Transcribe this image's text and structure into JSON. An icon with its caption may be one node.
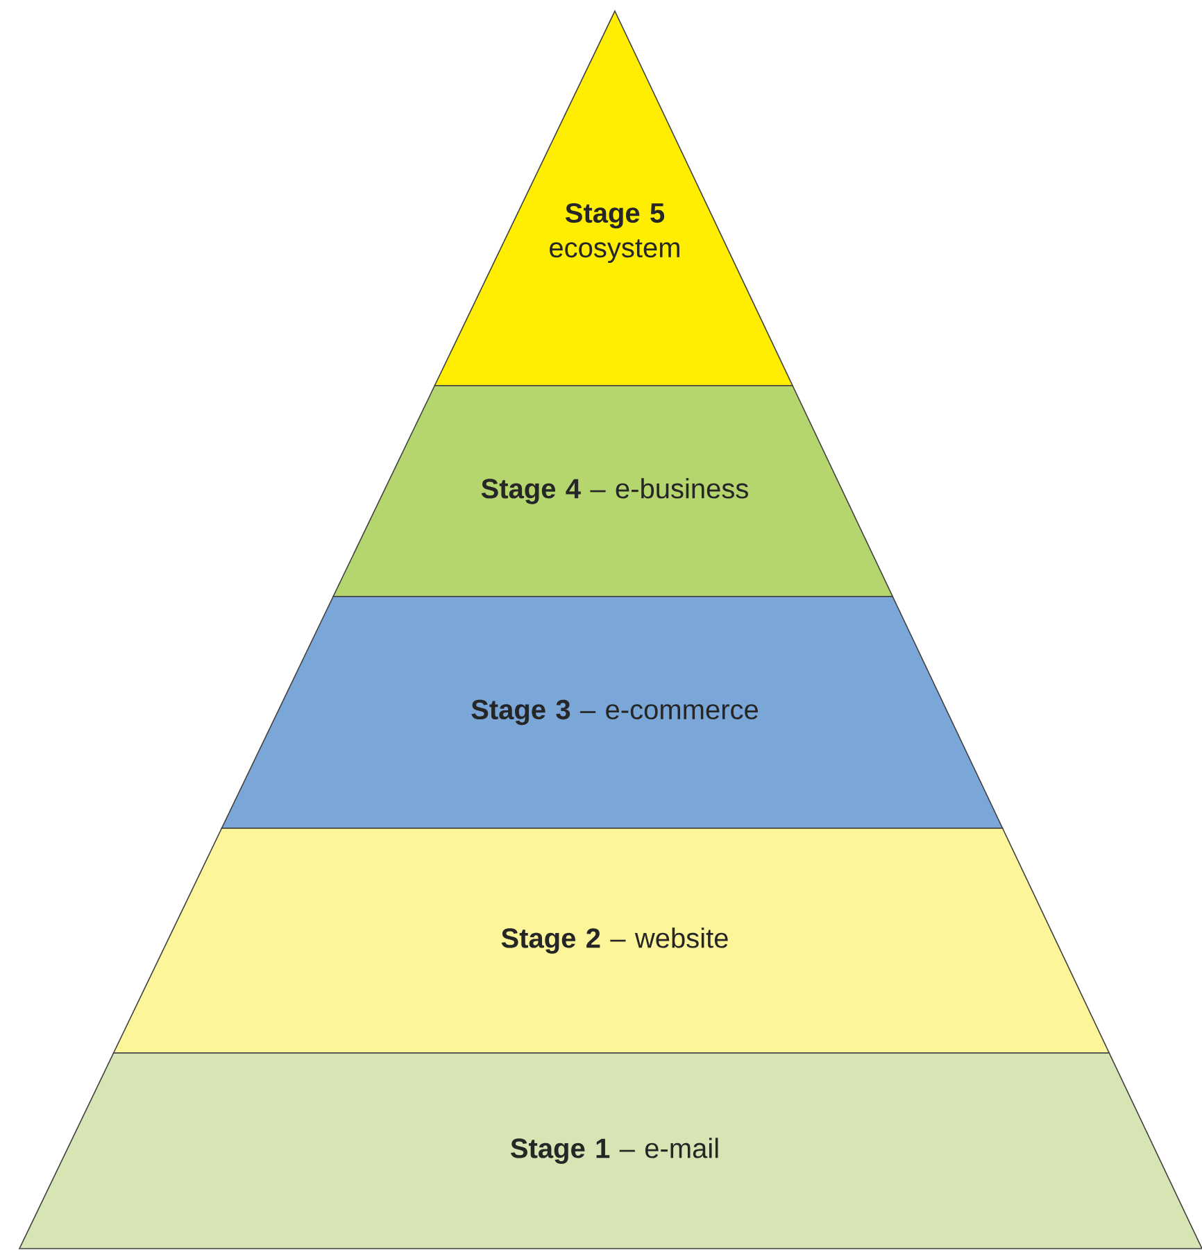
{
  "diagram": {
    "nodes": [
      {
        "text": [
          "**Stage 5** ecosystem"
        ]
      },
      {
        "text": [
          "**Stage 4** – e-business"
        ]
      },
      {
        "text": [
          "**Stage 3** – e-commerce"
        ]
      },
      {
        "text": [
          "**Stage 2** – website"
        ]
      },
      {
        "text": [
          "**Stage 1** – e-mail"
        ]
      }
    ]
  }
}
